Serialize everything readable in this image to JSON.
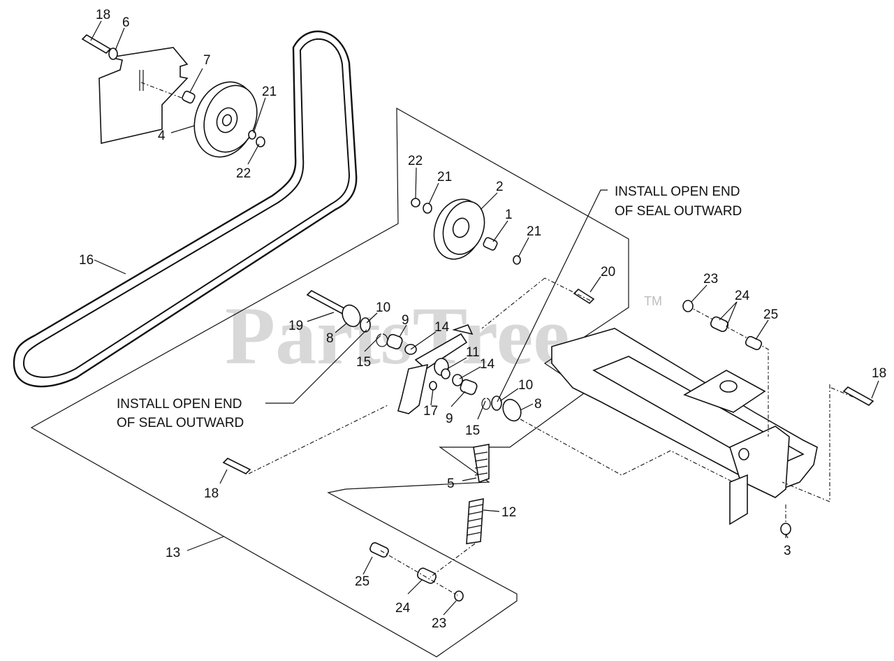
{
  "watermark": {
    "text": "PartsTree",
    "trademark": "TM"
  },
  "notes": [
    {
      "id": "note-upper",
      "lines": [
        "INSTALL OPEN END",
        "OF SEAL OUTWARD"
      ]
    },
    {
      "id": "note-lower",
      "lines": [
        "INSTALL OPEN END",
        "OF SEAL OUTWARD"
      ]
    }
  ],
  "callouts": [
    "18",
    "6",
    "7",
    "4",
    "21",
    "22",
    "16",
    "22",
    "21",
    "2",
    "1",
    "21",
    "20",
    "19",
    "8",
    "10",
    "9",
    "14",
    "15",
    "11",
    "14",
    "17",
    "9",
    "15",
    "10",
    "8",
    "23",
    "24",
    "25",
    "18",
    "3",
    "5",
    "12",
    "18",
    "13",
    "25",
    "24",
    "23"
  ]
}
